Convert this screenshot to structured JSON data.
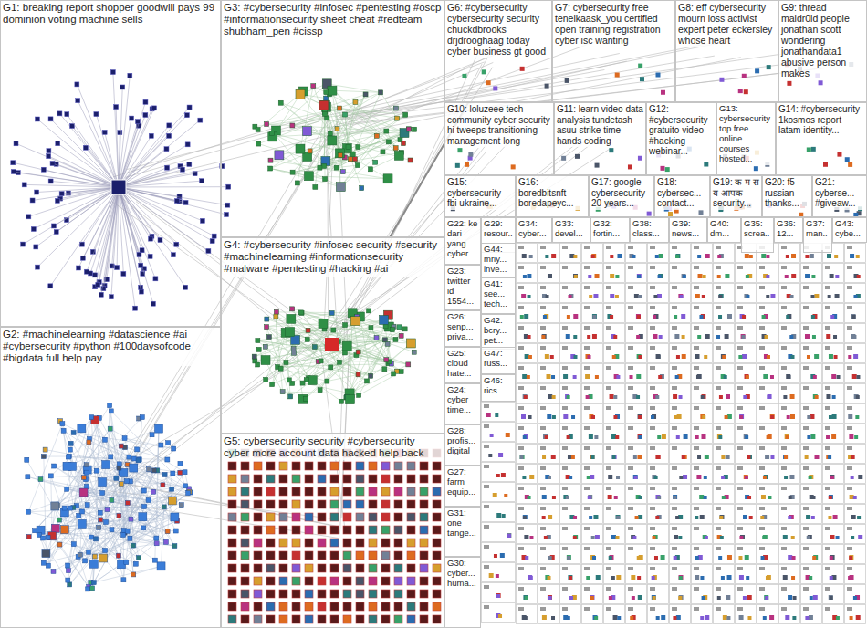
{
  "diagram": {
    "nodes": [
      {
        "text": [
          "G1: breaking report shopper goodwill pays 99 dominion voting machine sells"
        ]
      },
      {
        "text": [
          "G2: #machinelearning #datascience #ai #cybersecurity #python #100daysofcode #bigdata full help pay"
        ]
      },
      {
        "text": [
          "G3: #cybersecurity #infosec #pentesting #oscp #informationsecurity sheet cheat #redteam shubham_pen #cissp"
        ]
      },
      {
        "text": [
          "G4: #cybersecurity #infosec security #security #machinelearning #informationsecurity #malware #pentesting #hacking #ai"
        ]
      },
      {
        "text": [
          "G5: cybersecurity security #cybersecurity cyber more account data hacked help back"
        ]
      },
      {
        "text": [
          "G6: #cybersecurity cybersecurity security chuckdbrooks drjdrooghaag today cyber business gt good"
        ]
      },
      {
        "text": [
          "G7: cybersecurity free teneikaask_you certified open training registration cyber isc wanting"
        ]
      },
      {
        "text": [
          "G8: eff cybersecurity mourn loss activist expert peter eckersley whose heart"
        ]
      },
      {
        "text": [
          "G9: thread maldr0id people jonathan scott wondering jonathandata1 abusive person makes"
        ]
      },
      {
        "text": [
          "G10: loluzeee tech community cyber security hi tweeps transitioning management long"
        ]
      },
      {
        "text": [
          "G11: learn video data analysis tundetash asuu strike time hands coding"
        ]
      },
      {
        "text": [
          "G12: #cybersecurity gratuito video #hacking webinar..."
        ]
      },
      {
        "text": [
          "G13: cybersecurity top free online courses hosted..."
        ]
      },
      {
        "text": [
          "G14: #cybersecurity 1kosmos report latam identity..."
        ]
      },
      {
        "text": [
          "G15: cybersecurity fbi ukraine..."
        ]
      },
      {
        "text": [
          "G16: boredbitsnft boredapeyc..."
        ]
      },
      {
        "text": [
          "G17: google cybersecurity 20 years..."
        ]
      },
      {
        "text": [
          "G18: cybersec... contact..."
        ]
      },
      {
        "text": [
          "G19: क म स य आपक security..."
        ]
      },
      {
        "text": [
          "G20: f5 russian thanks..."
        ]
      },
      {
        "text": [
          "G21: cyberse... #giveaw..."
        ]
      },
      {
        "text": [
          "G22: ke dari yang cyber..."
        ]
      },
      {
        "text": [
          "G29: resour..."
        ]
      },
      {
        "text": [
          "G34: cyber..."
        ]
      },
      {
        "text": [
          "G33: devel..."
        ]
      },
      {
        "text": [
          "G32: fortin..."
        ]
      },
      {
        "text": [
          "G38: class..."
        ]
      },
      {
        "text": [
          "G39: news..."
        ]
      },
      {
        "text": [
          "G40: dm..."
        ]
      },
      {
        "text": [
          "G35: screa..."
        ]
      },
      {
        "text": [
          "G36: 12..."
        ]
      },
      {
        "text": [
          "G37: man..."
        ]
      },
      {
        "text": [
          "G43: cybe..."
        ]
      },
      {
        "text": [
          "G23: twitter id 1554..."
        ]
      },
      {
        "text": [
          "G26: senp... priva..."
        ]
      },
      {
        "text": [
          "G25: cloud hate..."
        ]
      },
      {
        "text": [
          "G24: cyber time..."
        ]
      },
      {
        "text": [
          "G28: profis... digital"
        ]
      },
      {
        "text": [
          "G27: farm equip..."
        ]
      },
      {
        "text": [
          "G31: one tange..."
        ]
      },
      {
        "text": [
          "G30: cyber... huma..."
        ]
      },
      {
        "text": [
          "G44: mriy... inve..."
        ]
      },
      {
        "text": [
          "G41: see... tech..."
        ]
      },
      {
        "text": [
          "G42: bcry... pet..."
        ]
      },
      {
        "text": [
          "G47: russ..."
        ]
      },
      {
        "text": [
          "G46: rics..."
        ]
      }
    ],
    "edges": [
      {
        "from": 0,
        "to": 2,
        "arrow": "none"
      },
      {
        "from": 1,
        "to": 3,
        "arrow": "none"
      },
      {
        "from": 2,
        "to": 3,
        "arrow": "none"
      },
      {
        "from": 3,
        "to": 4,
        "arrow": "none"
      },
      {
        "from": 0,
        "to": 1,
        "arrow": "none"
      },
      {
        "from": 2,
        "to": 5,
        "arrow": "none"
      },
      {
        "from": 1,
        "to": 4,
        "arrow": "none"
      },
      {
        "from": 3,
        "to": 5,
        "arrow": "none"
      }
    ]
  }
}
